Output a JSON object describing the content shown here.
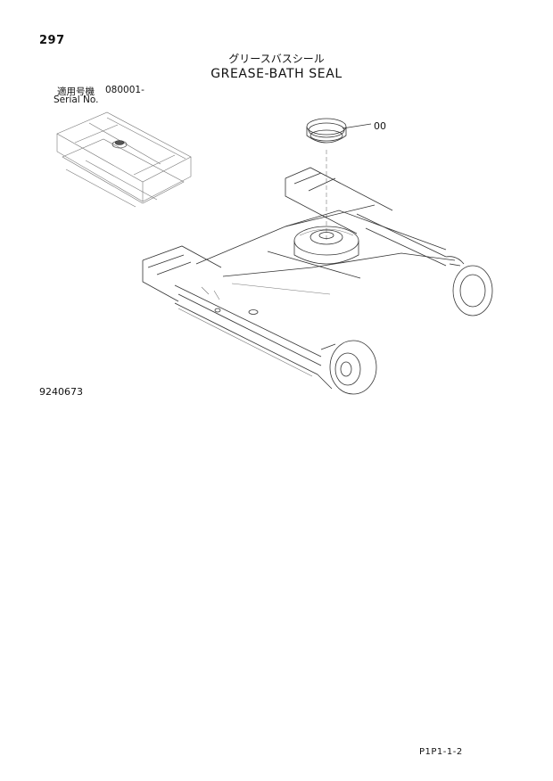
{
  "page_number": "297",
  "title_jp": "グリースバスシール",
  "title_en": "GREASE-BATH SEAL",
  "serial": {
    "label_jp": "適用号機",
    "value": "080001-",
    "label_en": "Serial No."
  },
  "callout_label": "00",
  "drawing_number": "9240673",
  "footer_ref": "P1P1-1-2"
}
